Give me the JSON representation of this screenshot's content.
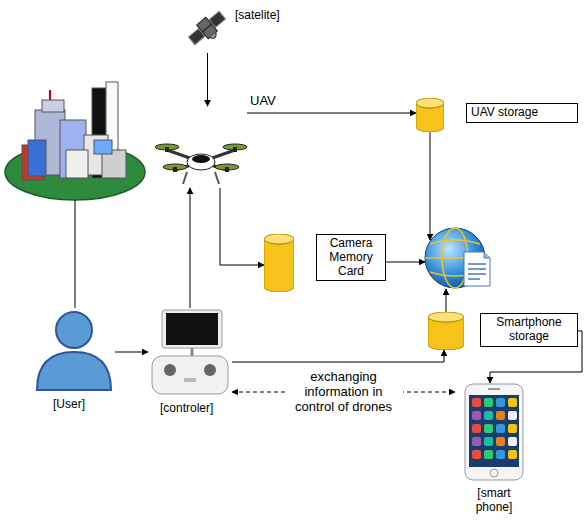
{
  "diagram": {
    "nodes": [
      {
        "text": [
          "[satelite]"
        ]
      },
      {
        "text": [
          "UAV"
        ]
      },
      {
        "text": [
          "UAV storage"
        ]
      },
      {
        "text": [
          "Camera Memory Card"
        ]
      },
      {
        "text": [
          "Smartphone storage"
        ]
      },
      {
        "text": [
          "[User]"
        ]
      },
      {
        "text": [
          "[controler]"
        ]
      },
      {
        "text": [
          "[smart phone]"
        ]
      }
    ],
    "edges": [
      {
        "from": 0,
        "to": 1,
        "arrow": "to"
      },
      {
        "from": 1,
        "to": 2,
        "arrow": "to"
      },
      {
        "from": 1,
        "to": 3,
        "arrow": "to"
      },
      {
        "from": 6,
        "to": 1,
        "arrow": "to"
      },
      {
        "from": 6,
        "to": 4,
        "arrow": "to"
      },
      {
        "from": 6,
        "to": 7,
        "label": "exchanging information in control of drones",
        "arrow": "both"
      },
      {
        "from": 4,
        "to": 7,
        "arrow": "to"
      },
      {
        "from": 5,
        "to": 6,
        "arrow": "to"
      }
    ]
  }
}
